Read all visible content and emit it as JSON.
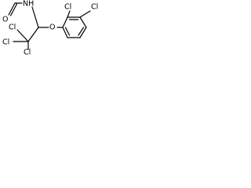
{
  "molecule": {
    "labels": {
      "formyl_oxygen": "O",
      "amide_nh": "NH",
      "cl_ring_top": "Cl",
      "cl_ring_right": "Cl",
      "cl_ccl3_top": "Cl",
      "cl_ccl3_left": "Cl",
      "cl_ccl3_bottom": "Cl",
      "ether_oxygen": "O"
    }
  }
}
